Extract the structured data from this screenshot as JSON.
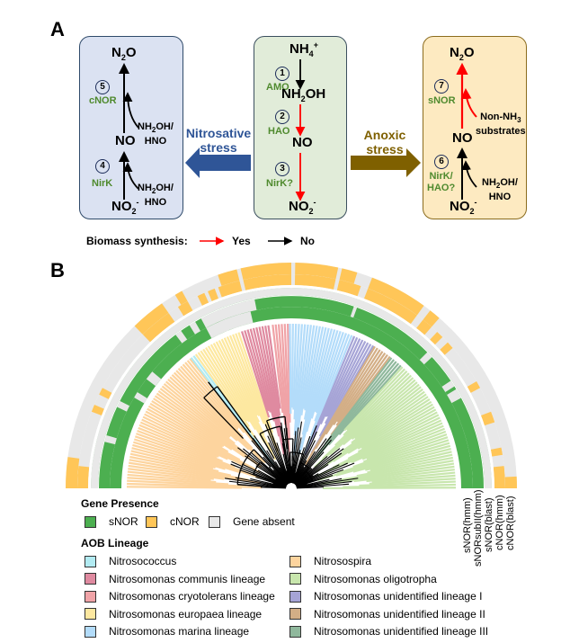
{
  "panel_a": {
    "letter": "A",
    "center_box": {
      "species": [
        "NH4+",
        "NH2OH",
        "NO",
        "NO2-"
      ],
      "steps": [
        {
          "num": "1",
          "enzyme": "AMO",
          "biomass": false
        },
        {
          "num": "2",
          "enzyme": "HAO",
          "biomass": true
        },
        {
          "num": "3",
          "enzyme": "NirK?",
          "biomass": true
        }
      ]
    },
    "left_box": {
      "species_top": "N2O",
      "species_mid": "NO",
      "species_bottom": "NO2-",
      "steps": [
        {
          "num": "5",
          "enzyme": "cNOR",
          "side_substrate": "NH2OH/ HNO",
          "biomass": false
        },
        {
          "num": "4",
          "enzyme": "NirK",
          "side_substrate": "NH2OH/ HNO",
          "biomass": false
        }
      ]
    },
    "right_box": {
      "species_top": "N2O",
      "species_mid": "NO",
      "species_bottom": "NO2-",
      "steps": [
        {
          "num": "7",
          "enzyme": "sNOR",
          "side_substrate": "Non-NH3 substrates",
          "biomass": true
        },
        {
          "num": "6",
          "enzyme": "NirK/ HAO?",
          "side_substrate": "NH2OH/ HNO",
          "biomass": false
        }
      ]
    },
    "left_arrow": {
      "label_line1": "Nitrosative",
      "label_line2": "stress",
      "color": "#2f5597"
    },
    "right_arrow": {
      "label_line1": "Anoxic",
      "label_line2": "stress",
      "color": "#7f6000"
    },
    "biomass_legend": {
      "title": "Biomass synthesis:",
      "yes": "Yes",
      "no": "No",
      "yes_color": "#ff0000",
      "no_color": "#000000"
    }
  },
  "panel_b": {
    "letter": "B",
    "chart_data": {
      "type": "circular-phylogenetic-tree",
      "layout": "half-circle (180° to 0°, upper)",
      "lineages": [
        {
          "name": "Nitrosospira",
          "color": "#fdd49e",
          "start_deg": 180,
          "end_deg": 128
        },
        {
          "name": "Nitrosococcus",
          "color": "#b2ebf2",
          "start_deg": 128,
          "end_deg": 126
        },
        {
          "name": "Nitrosomonas europaea lineage",
          "color": "#fde8a0",
          "start_deg": 126,
          "end_deg": 108
        },
        {
          "name": "Nitrosomonas communis lineage",
          "color": "#df8aa0",
          "start_deg": 108,
          "end_deg": 97
        },
        {
          "name": "Nitrosomonas cryotolerans lineage",
          "color": "#f0a3a7",
          "start_deg": 97,
          "end_deg": 91
        },
        {
          "name": "Nitrosomonas marina lineage",
          "color": "#b3dcfa",
          "start_deg": 91,
          "end_deg": 68
        },
        {
          "name": "Nitrosomonas unidentified lineage I",
          "color": "#a6a4d6",
          "start_deg": 68,
          "end_deg": 60
        },
        {
          "name": "Nitrosomonas unidentified lineage II",
          "color": "#d3ae86",
          "start_deg": 60,
          "end_deg": 53
        },
        {
          "name": "Nitrosomonas unidentified lineage III",
          "color": "#8fb89c",
          "start_deg": 53,
          "end_deg": 48
        },
        {
          "name": "Nitrosomonas oligotropha",
          "color": "#c8e6ad",
          "start_deg": 48,
          "end_deg": 0
        }
      ],
      "rings": [
        {
          "name": "sNOR(hmm)",
          "present_color": "#4caf50",
          "absent_spans": [
            [
              148,
              150
            ],
            [
              140,
              143
            ],
            [
              103,
              118
            ]
          ],
          "note": "mostly present"
        },
        {
          "name": "sNORsubII(hmm)",
          "present_color": "#4caf50",
          "absent_spans": [
            [
              164,
              166
            ],
            [
              153,
              155
            ],
            [
              125,
              127
            ],
            [
              120,
              122
            ],
            [
              101,
              118
            ],
            [
              70,
              71
            ],
            [
              43,
              45
            ],
            [
              32,
              34
            ],
            [
              28,
              31
            ]
          ]
        },
        {
          "name": "sNOR(blast)",
          "present_color": "#4caf50",
          "absent_spans": [
            [
              0,
              180
            ]
          ]
        },
        {
          "name": "cNOR(hmm)",
          "present_color": "#ffc658",
          "present_spans": [
            [
              174,
              180
            ],
            [
              157,
              159
            ],
            [
              152,
              154
            ],
            [
              125,
              134
            ],
            [
              119,
              122
            ],
            [
              114,
              116
            ],
            [
              111,
              113
            ],
            [
              104,
              110
            ],
            [
              90,
              103
            ],
            [
              78,
              89
            ],
            [
              71,
              77
            ],
            [
              54,
              69
            ],
            [
              49,
              52
            ],
            [
              45,
              47
            ],
            [
              41,
              43
            ],
            [
              28,
              30
            ],
            [
              18,
              21
            ],
            [
              9,
              11
            ],
            [
              0,
              6
            ]
          ]
        },
        {
          "name": "cNOR(blast)",
          "present_color": "#ffc658",
          "present_spans": [
            [
              172,
              180
            ],
            [
              125,
              134
            ],
            [
              119,
              121
            ],
            [
              104,
              109
            ],
            [
              90,
              103
            ],
            [
              78,
              89
            ],
            [
              73,
              77
            ],
            [
              54,
              69
            ],
            [
              49,
              52
            ],
            [
              0,
              3
            ]
          ]
        }
      ],
      "absent_color": "#e8e8e8",
      "ring_labels": [
        "sNOR(hmm)",
        "sNORsubII(hmm)",
        "sNOR(blast)",
        "cNOR(hmm)",
        "cNOR(blast)"
      ]
    },
    "legend": {
      "gene_title": "Gene Presence",
      "gene_items": [
        {
          "label": "sNOR",
          "color": "#4caf50"
        },
        {
          "label": "cNOR",
          "color": "#ffc658"
        },
        {
          "label": "Gene absent",
          "color": "#e8e8e8"
        }
      ],
      "lineage_title": "AOB Lineage",
      "lineage_col1": [
        {
          "label": "Nitrosococcus",
          "color": "#b2ebf2"
        },
        {
          "label": "Nitrosomonas communis lineage",
          "color": "#df8aa0"
        },
        {
          "label": "Nitrosomonas cryotolerans lineage",
          "color": "#f0a3a7"
        },
        {
          "label": "Nitrosomonas europaea lineage",
          "color": "#fde8a0"
        },
        {
          "label": "Nitrosomonas marina lineage",
          "color": "#b3dcfa"
        }
      ],
      "lineage_col2": [
        {
          "label": "Nitrosospira",
          "color": "#fdd49e"
        },
        {
          "label": "Nitrosomonas oligotropha",
          "color": "#c8e6ad"
        },
        {
          "label": "Nitrosomonas unidentified lineage I",
          "color": "#a6a4d6"
        },
        {
          "label": "Nitrosomonas unidentified lineage II",
          "color": "#d3ae86"
        },
        {
          "label": "Nitrosomonas unidentified lineage III",
          "color": "#8fb89c"
        }
      ]
    }
  }
}
